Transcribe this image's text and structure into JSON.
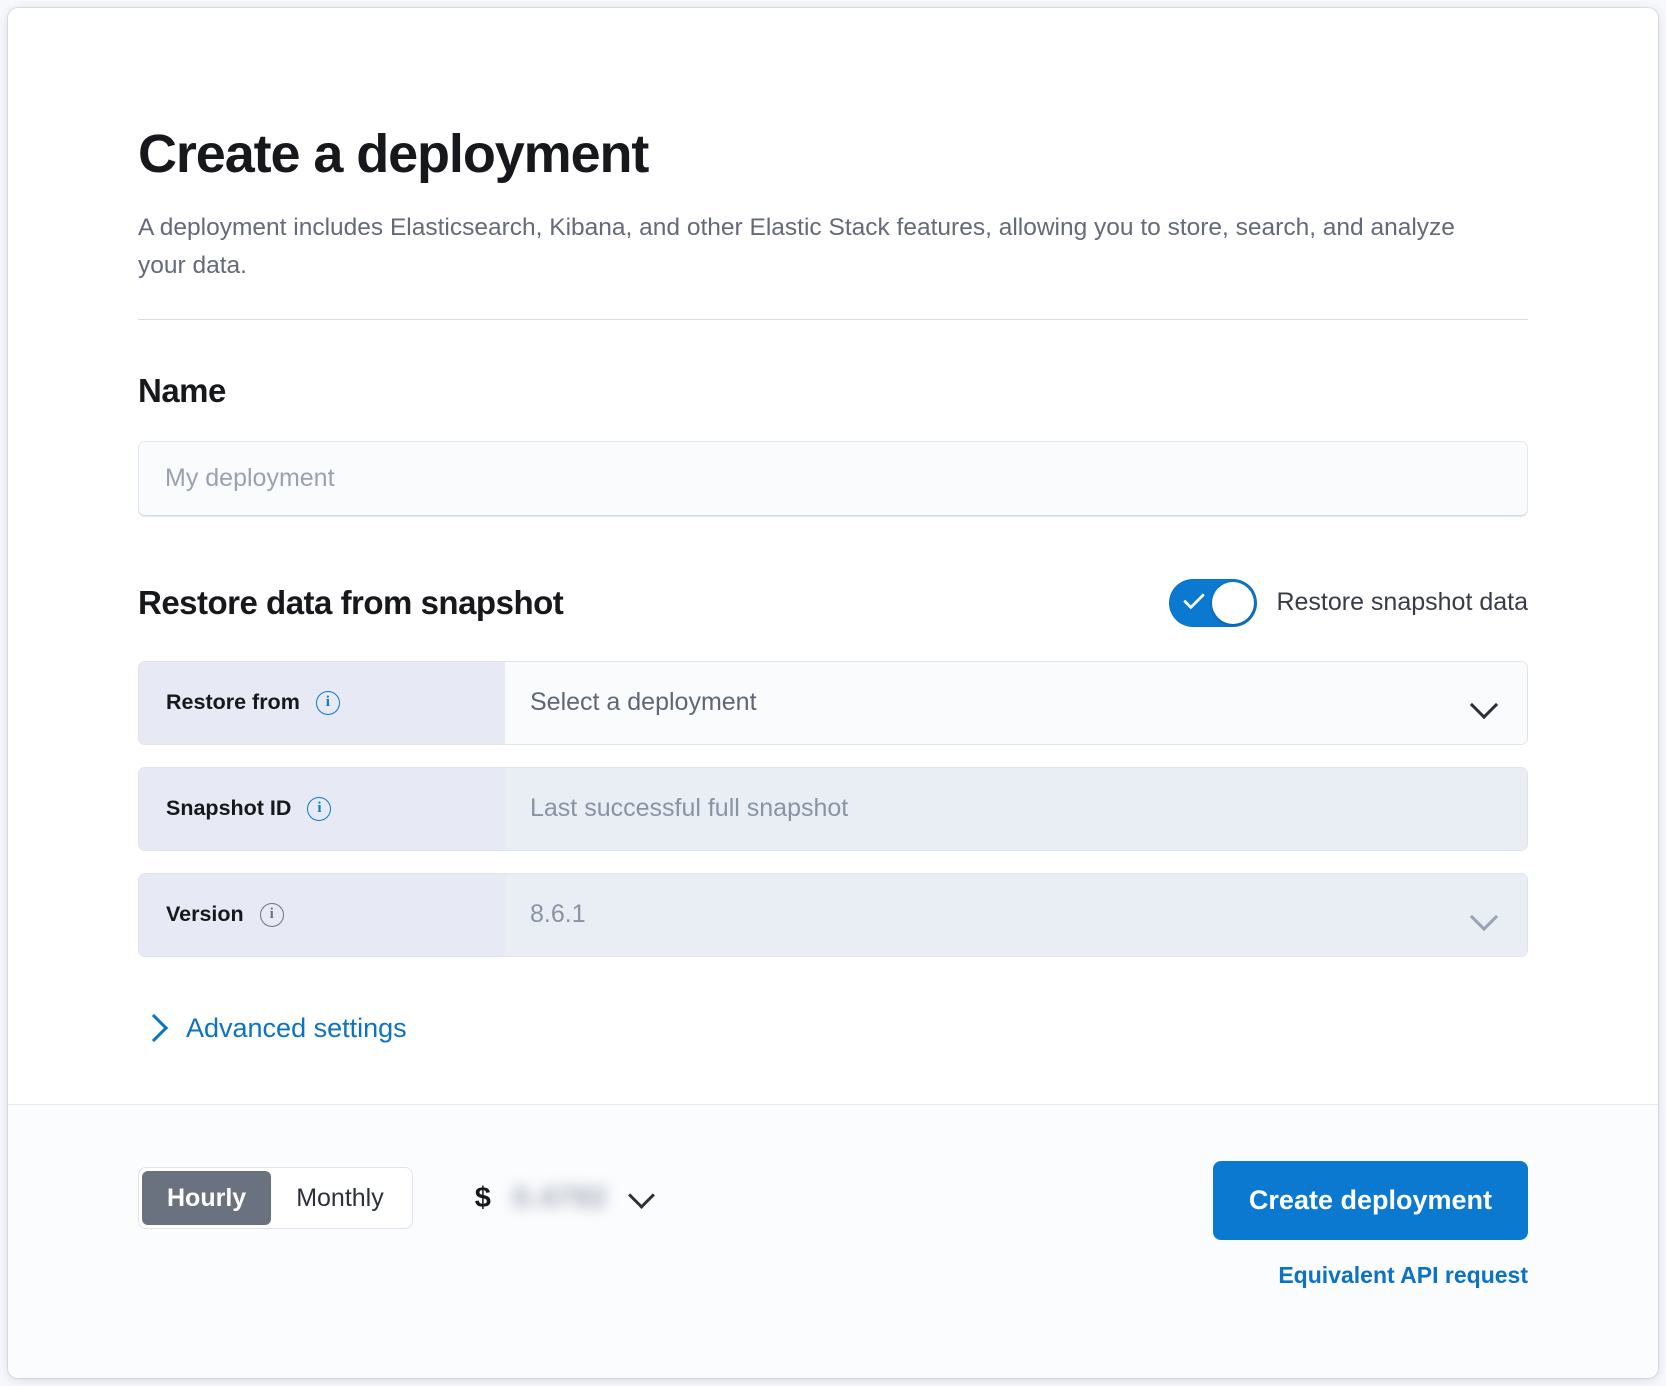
{
  "header": {
    "title": "Create a deployment",
    "subtitle": "A deployment includes Elasticsearch, Kibana, and other Elastic Stack features, allowing you to store, search, and analyze your data."
  },
  "name_section": {
    "heading": "Name",
    "input_placeholder": "My deployment",
    "input_value": ""
  },
  "snapshot_section": {
    "heading": "Restore data from snapshot",
    "toggle_label": "Restore snapshot data",
    "toggle_on": true,
    "rows": [
      {
        "label": "Restore from",
        "value": "Select a deployment",
        "has_info_icon": true,
        "disabled": false,
        "control": "select"
      },
      {
        "label": "Snapshot ID",
        "value": "Last successful full snapshot",
        "has_info_icon": true,
        "disabled": true,
        "control": "text"
      },
      {
        "label": "Version",
        "value": "8.6.1",
        "has_info_icon": true,
        "disabled": true,
        "control": "select"
      }
    ]
  },
  "advanced": {
    "label": "Advanced settings"
  },
  "footer": {
    "billing_options": [
      "Hourly",
      "Monthly"
    ],
    "billing_selected": "Hourly",
    "price_currency": "$",
    "price_value": "0.4792",
    "price_redacted": true,
    "create_button": "Create deployment",
    "api_link": "Equivalent API request"
  },
  "colors": {
    "accent_blue": "#0b79d0",
    "link_blue": "#0b72c4",
    "row_label_bg": "#e7eaf4",
    "disabled_bg": "#e9edf4"
  }
}
